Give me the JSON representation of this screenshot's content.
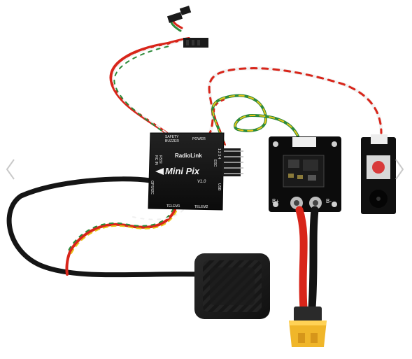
{
  "gallery": {
    "prev_icon": "chevron-left-icon",
    "next_icon": "chevron-right-icon"
  },
  "controller": {
    "brand": "RadioLink",
    "model": "Mini Pix",
    "version": "V1.0",
    "port_safety": "SAFETY",
    "port_buzzer": "BUZZER",
    "port_power": "POWER",
    "port_rcin": "RC IN",
    "port_rssi": "RSSI",
    "port_gps": "GPS/I2C",
    "port_esc": "ESC",
    "port_usb": "USB",
    "port_telem1": "TELEM1",
    "port_telem2": "TELEM2",
    "port_numbers": "1 2 3 4"
  },
  "power_module": {
    "label_bplus": "B+",
    "label_bminus": "B-"
  },
  "colors": {
    "board": "#141414",
    "pcb": "#0c0c0c",
    "wire_red": "#d8251a",
    "wire_yellow": "#e8c41a",
    "wire_green": "#2d8a3a",
    "connector_yellow": "#f0b62a",
    "button_red": "#d83a3a"
  }
}
